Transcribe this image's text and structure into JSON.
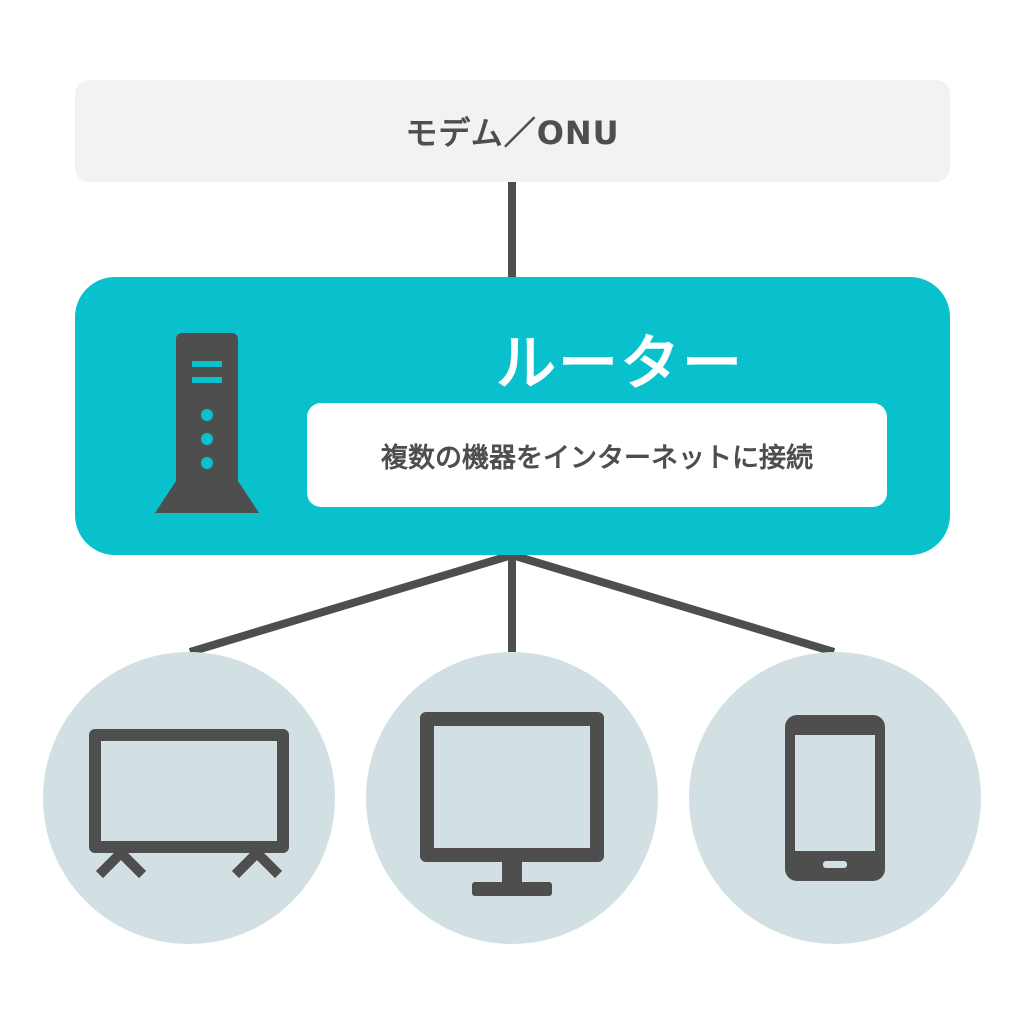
{
  "modem": {
    "label": "モデム／ONU"
  },
  "router": {
    "title": "ルーター",
    "description": "複数の機器をインターネットに接続"
  },
  "devices": [
    {
      "icon": "tv-icon"
    },
    {
      "icon": "monitor-icon"
    },
    {
      "icon": "smartphone-icon"
    }
  ],
  "colors": {
    "router_bg": "#09c1cc",
    "modem_bg": "#f2f2f2",
    "device_bg": "#d3e0e3",
    "icon_dark": "#4e4e4e",
    "line": "#4e4e4e"
  }
}
